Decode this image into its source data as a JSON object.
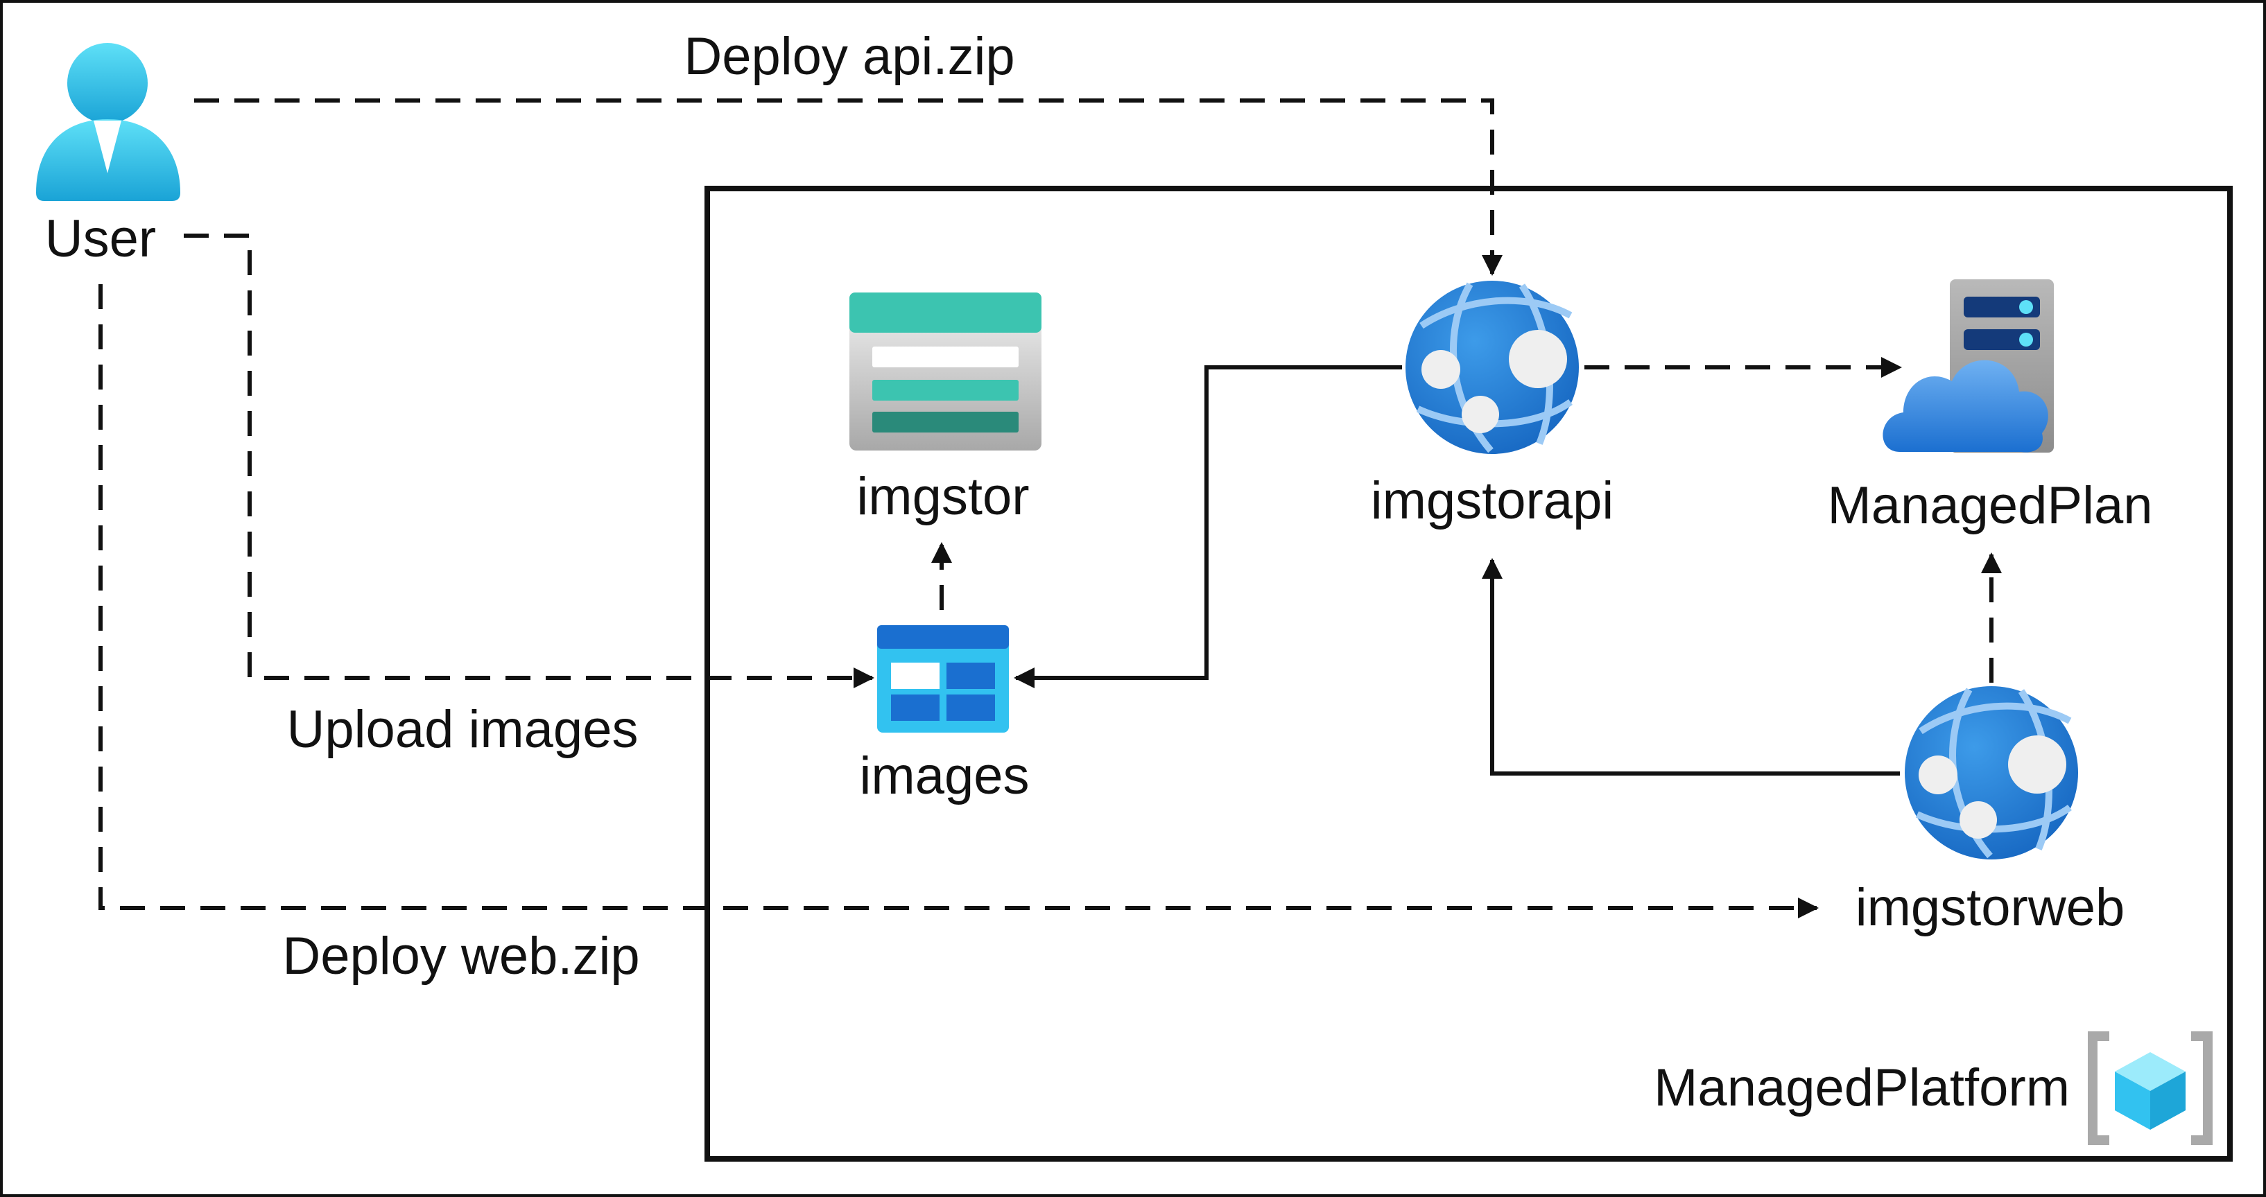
{
  "nodes": {
    "user": "User",
    "imgstor": "imgstor",
    "images": "images",
    "imgstorapi": "imgstorapi",
    "managedplan": "ManagedPlan",
    "imgstorweb": "imgstorweb"
  },
  "group": {
    "label": "ManagedPlatform"
  },
  "edges": {
    "deploy_api": "Deploy api.zip",
    "upload_images": "Upload images",
    "deploy_web": "Deploy web.zip"
  },
  "colors": {
    "azure_blue": "#1e7ed8",
    "cyan": "#32d4f5",
    "teal": "#3cc4b0",
    "dark_teal": "#2a8a7a",
    "gray": "#9e9e9e",
    "cloud_blue": "#2f7fd6"
  },
  "icons": {
    "user": "user-icon",
    "imgstor": "storage-account-icon",
    "images": "blob-container-icon",
    "imgstorapi": "app-service-icon",
    "managedplan": "app-service-plan-icon",
    "imgstorweb": "app-service-icon",
    "group": "resource-group-icon"
  }
}
